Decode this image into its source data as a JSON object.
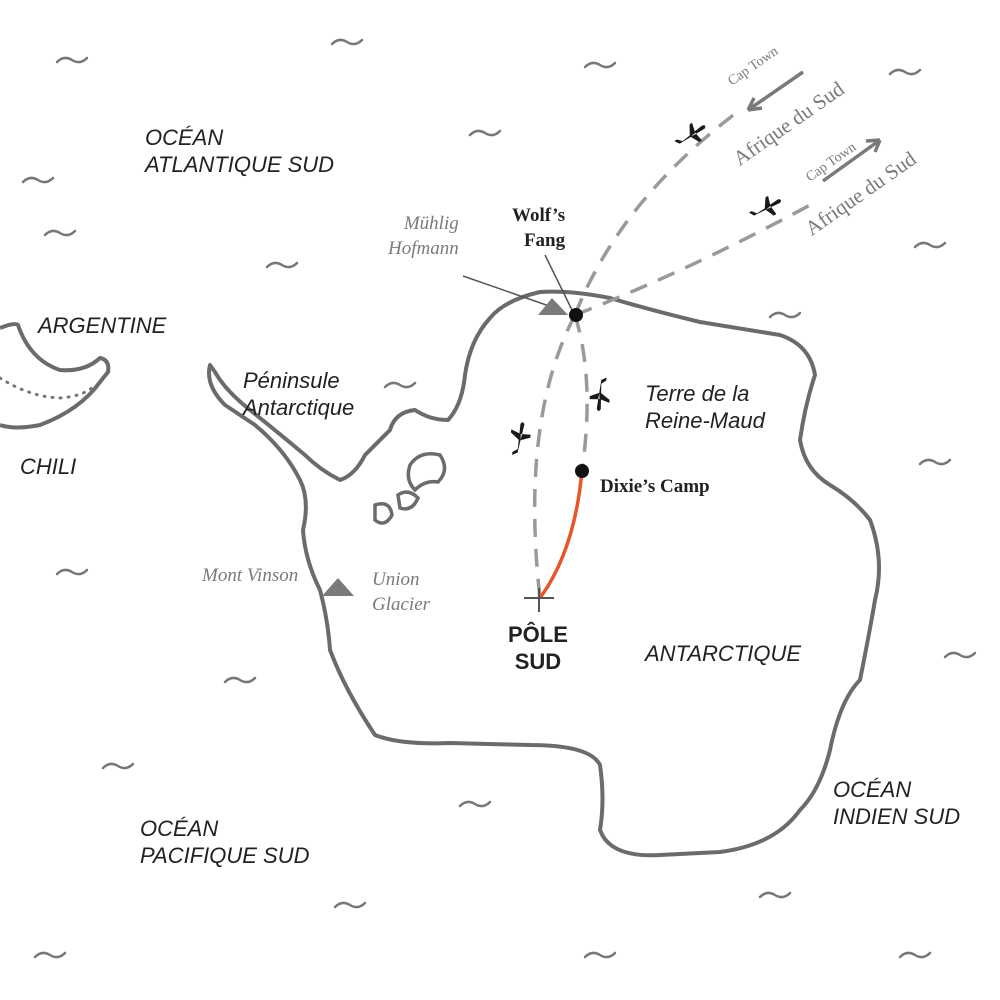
{
  "colors": {
    "coast": "#6b6b6b",
    "route": "#9a9a9a",
    "ski_route": "#e8552b",
    "text": "#222222",
    "muted": "#7a7a7a"
  },
  "labels": {
    "ocean_atlantic": [
      "OCÉAN",
      "ATLANTIQUE SUD"
    ],
    "ocean_pacific": [
      "OCÉAN",
      "PACIFIQUE SUD"
    ],
    "ocean_indian": [
      "OCÉAN",
      "INDIEN SUD"
    ],
    "argentine": "ARGENTINE",
    "chili": "CHILI",
    "peninsula": [
      "Péninsule",
      "Antarctique"
    ],
    "queen_maud": [
      "Terre de la",
      "Reine-Maud"
    ],
    "antarctique": "ANTARCTIQUE",
    "south_pole": [
      "PÔLE",
      "SUD"
    ],
    "wolfs_fang": [
      "Wolf’s",
      "Fang"
    ],
    "muhlig": [
      "Mühlig",
      "Hofmann"
    ],
    "dixies_camp": "Dixie’s Camp",
    "mont_vinson": "Mont Vinson",
    "union_glacier": [
      "Union",
      "Glacier"
    ],
    "route_in": {
      "city": "Cap Town",
      "country": "Afrique du Sud"
    },
    "route_out": {
      "city": "Cap Town",
      "country": "Afrique du Sud"
    }
  }
}
